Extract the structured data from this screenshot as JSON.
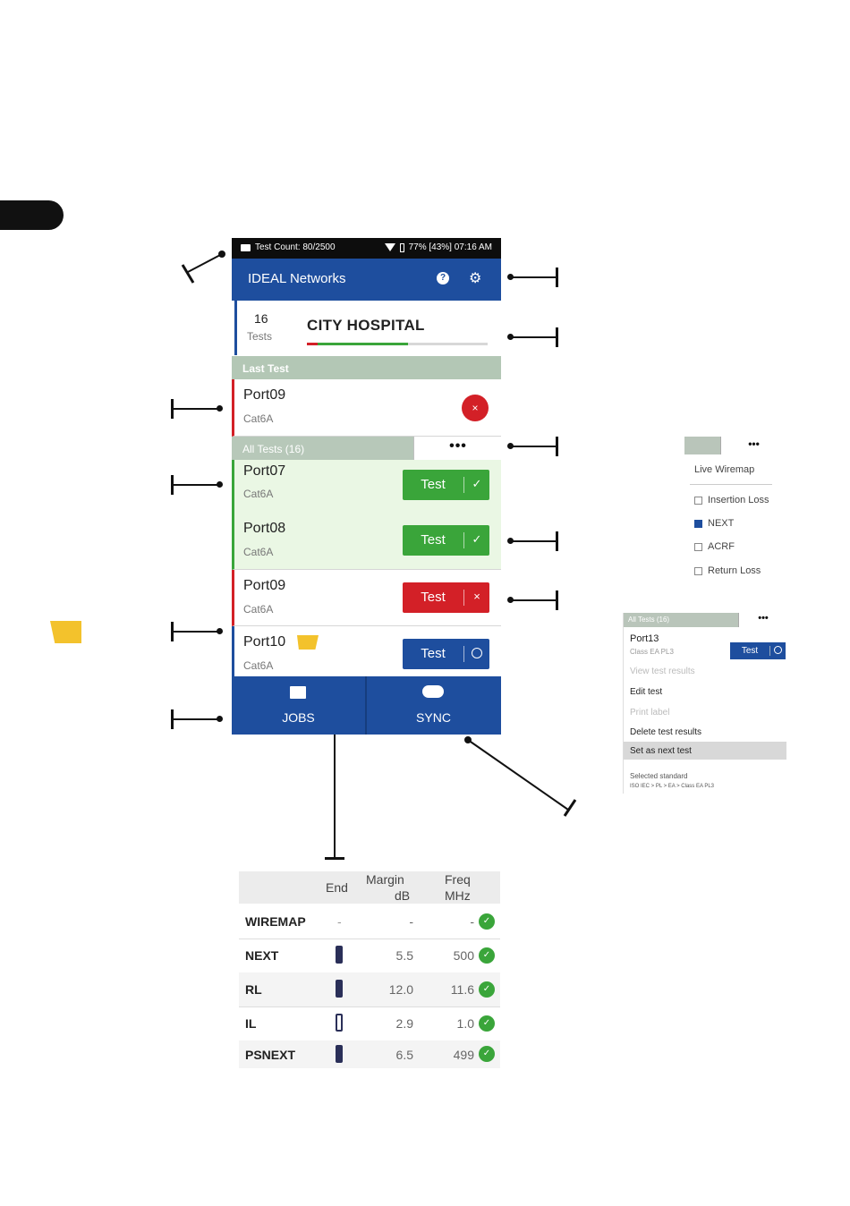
{
  "status_bar": {
    "test_count": "Test Count: 80/2500",
    "battery_time": "77% [43%] 07:16 AM"
  },
  "app_bar": {
    "title": "IDEAL Networks",
    "help_icon": "help-icon",
    "settings_icon": "gear-icon"
  },
  "job": {
    "count": "16",
    "count_label": "Tests",
    "name": "CITY HOSPITAL",
    "progress_failed_fraction": 0.06,
    "progress_passed_fraction": 0.5
  },
  "last_test": {
    "section_label": "Last Test",
    "port": "Port09",
    "cable": "Cat6A",
    "result_icon": "×"
  },
  "all_tests": {
    "section_label": "All Tests (16)",
    "more_label": "•••",
    "rows": [
      {
        "port": "Port07",
        "cable": "Cat6A",
        "button": "Test",
        "status": "pass",
        "icon": "✓"
      },
      {
        "port": "Port08",
        "cable": "Cat6A",
        "button": "Test",
        "status": "pass",
        "icon": "✓"
      },
      {
        "port": "Port09",
        "cable": "Cat6A",
        "button": "Test",
        "status": "fail",
        "icon": "×"
      },
      {
        "port": "Port10",
        "cable": "Cat6A",
        "button": "Test",
        "status": "untested",
        "icon": ""
      }
    ]
  },
  "bottom_nav": {
    "jobs_label": "JOBS",
    "sync_label": "SYNC"
  },
  "options_menu": {
    "more_label": "•••",
    "live_wiremap": "Live Wiremap",
    "items": [
      {
        "label": "Insertion Loss",
        "checked": false
      },
      {
        "label": "NEXT",
        "checked": true
      },
      {
        "label": "ACRF",
        "checked": false
      },
      {
        "label": "Return Loss",
        "checked": false
      }
    ]
  },
  "context_menu": {
    "header": "All Tests (16)",
    "more_label": "•••",
    "port": "Port13",
    "cable": "Class EA PL3",
    "button": "Test",
    "items": {
      "view_results": "View test results",
      "edit": "Edit test",
      "print": "Print label",
      "delete": "Delete test results",
      "set_next": "Set as next test"
    },
    "standard_label": "Selected standard",
    "standard_value": "ISO IEC > PL > EA > Class EA PL3"
  },
  "results_table": {
    "headers": {
      "end": "End",
      "margin_1": "Margin",
      "margin_2": "dB",
      "freq_1": "Freq",
      "freq_2": "MHz"
    },
    "rows": [
      {
        "name": "WIREMAP",
        "margin": "-",
        "freq": "-"
      },
      {
        "name": "NEXT",
        "margin": "5.5",
        "freq": "500"
      },
      {
        "name": "RL",
        "margin": "12.0",
        "freq": "11.6"
      },
      {
        "name": "IL",
        "margin": "2.9",
        "freq": "1.0"
      },
      {
        "name": "PSNEXT",
        "margin": "6.5",
        "freq": "499"
      }
    ]
  }
}
